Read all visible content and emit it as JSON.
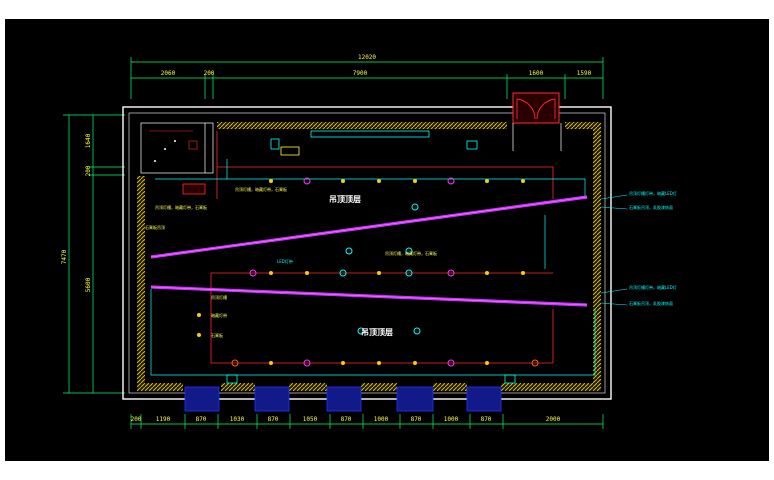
{
  "rooms": [
    "吊顶顶层",
    "吊顶顶层"
  ],
  "top_dims": {
    "overall": "12020",
    "segments": [
      "2060",
      "200",
      "7900",
      "1600",
      "1590"
    ]
  },
  "left_dims": {
    "overall": "7470",
    "segments": [
      "1640",
      "200",
      "5600"
    ]
  },
  "bottom_dims": [
    "200",
    "1190",
    "870",
    "1030",
    "870",
    "1050",
    "870",
    "1000",
    "870",
    "1000",
    "870",
    "2000"
  ],
  "annotations": {
    "left_upper": "吊顶灯槽，暗藏灯带，石膏板",
    "top_mid": "吊顶灯槽，暗藏灯带，石膏板",
    "center": "吊顶灯槽，暗藏灯带，石膏板",
    "small_tag": "LED灯带",
    "left_list": [
      "吊顶灯槽",
      "暗藏灯带",
      "石膏板"
    ],
    "lower_left": "石膏板吊顶",
    "right_1": "吊顶灯槽灯带，暗藏LED灯",
    "right_2": "石膏板吊顶，乳胶漆饰面",
    "right_3": "吊顶灯槽灯带，暗藏LED灯",
    "right_4": "石膏板吊顶，乳胶漆饰面"
  },
  "colors": {
    "background": "#000000",
    "wall": "#ffffff",
    "hatch": "#d8c000",
    "dimension": "#00ff66",
    "dimension_text": "#ffff33",
    "ceiling_line": "#ff2b2b",
    "light_strip": "#cc33ff",
    "cyan": "#00ffff",
    "door": "#ff2b2b",
    "window": "#2233ff"
  }
}
